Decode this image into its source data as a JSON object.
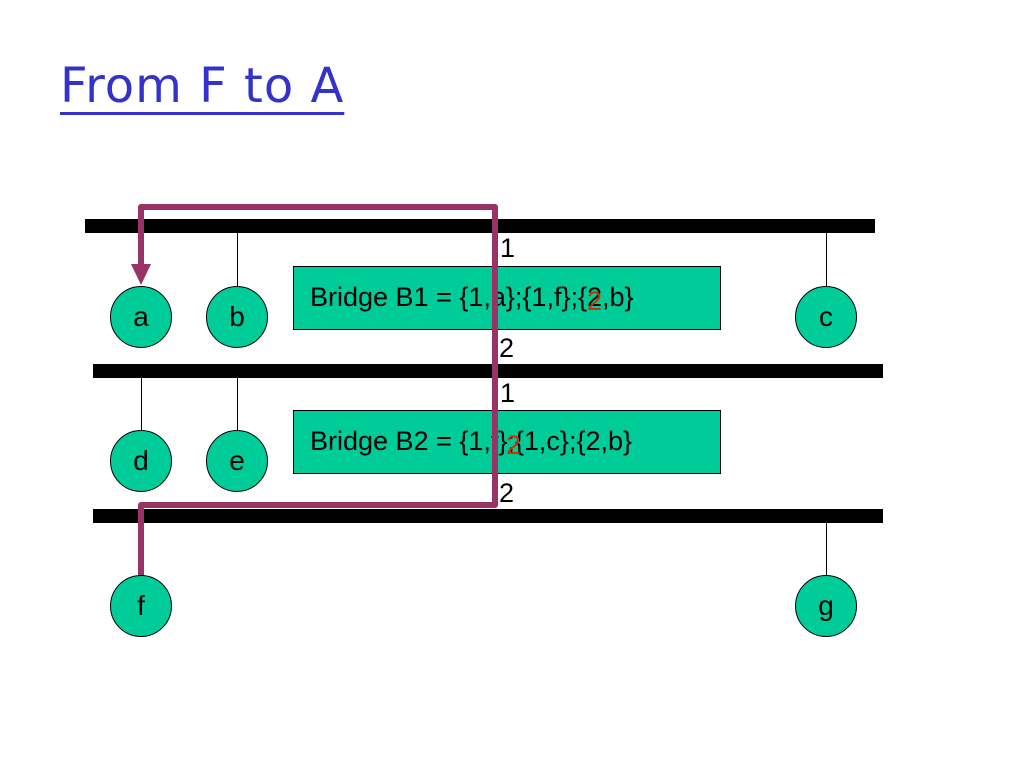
{
  "title": "From F to A",
  "bridges": {
    "b1": {
      "label": "Bridge B1 = {1,a};{1,f};{2,b}",
      "overlay": "2"
    },
    "b2": {
      "label": "Bridge B2 = {1,f};{1,c};{2,b}",
      "overlay": "2"
    }
  },
  "ports": {
    "b1_top": "1",
    "b1_bottom": "2",
    "b2_top": "1",
    "b2_bottom": "2"
  },
  "hosts": {
    "a": "a",
    "b": "b",
    "c": "c",
    "d": "d",
    "e": "e",
    "f": "f",
    "g": "g"
  },
  "colors": {
    "title": "#3333cc",
    "host_fill": "#00cc99",
    "path": "#993366",
    "overlay": "#cc3300"
  }
}
